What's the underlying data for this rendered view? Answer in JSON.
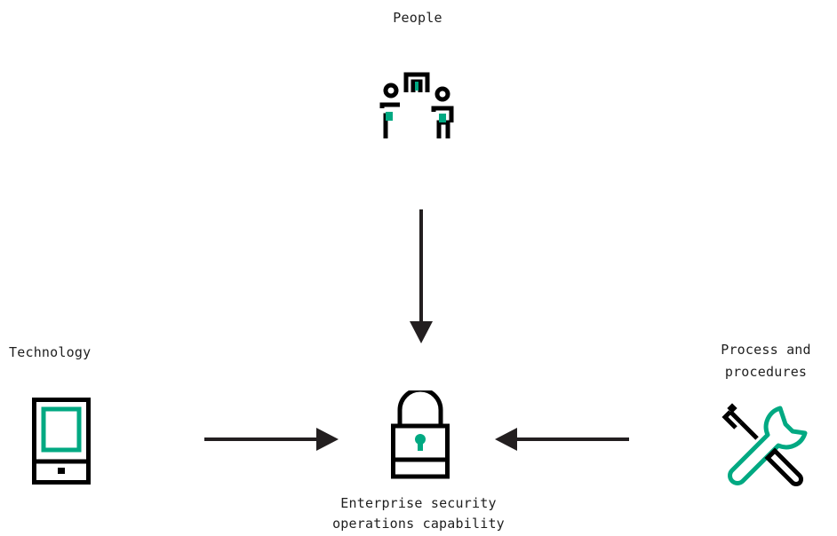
{
  "nodes": {
    "people": {
      "label": "People",
      "icon": "people-group-icon"
    },
    "technology": {
      "label": "Technology",
      "icon": "tablet-device-icon"
    },
    "process": {
      "label_line1": "Process and",
      "label_line2": "procedures",
      "icon": "wrench-screwdriver-icon"
    },
    "center": {
      "label_line1": "Enterprise security",
      "label_line2": "operations capability",
      "icon": "padlock-icon"
    }
  },
  "edges": [
    {
      "from": "people",
      "to": "center"
    },
    {
      "from": "technology",
      "to": "center"
    },
    {
      "from": "process",
      "to": "center"
    }
  ],
  "colors": {
    "accent": "#01a982",
    "stroke": "#000000",
    "text": "#1f1f1f"
  }
}
